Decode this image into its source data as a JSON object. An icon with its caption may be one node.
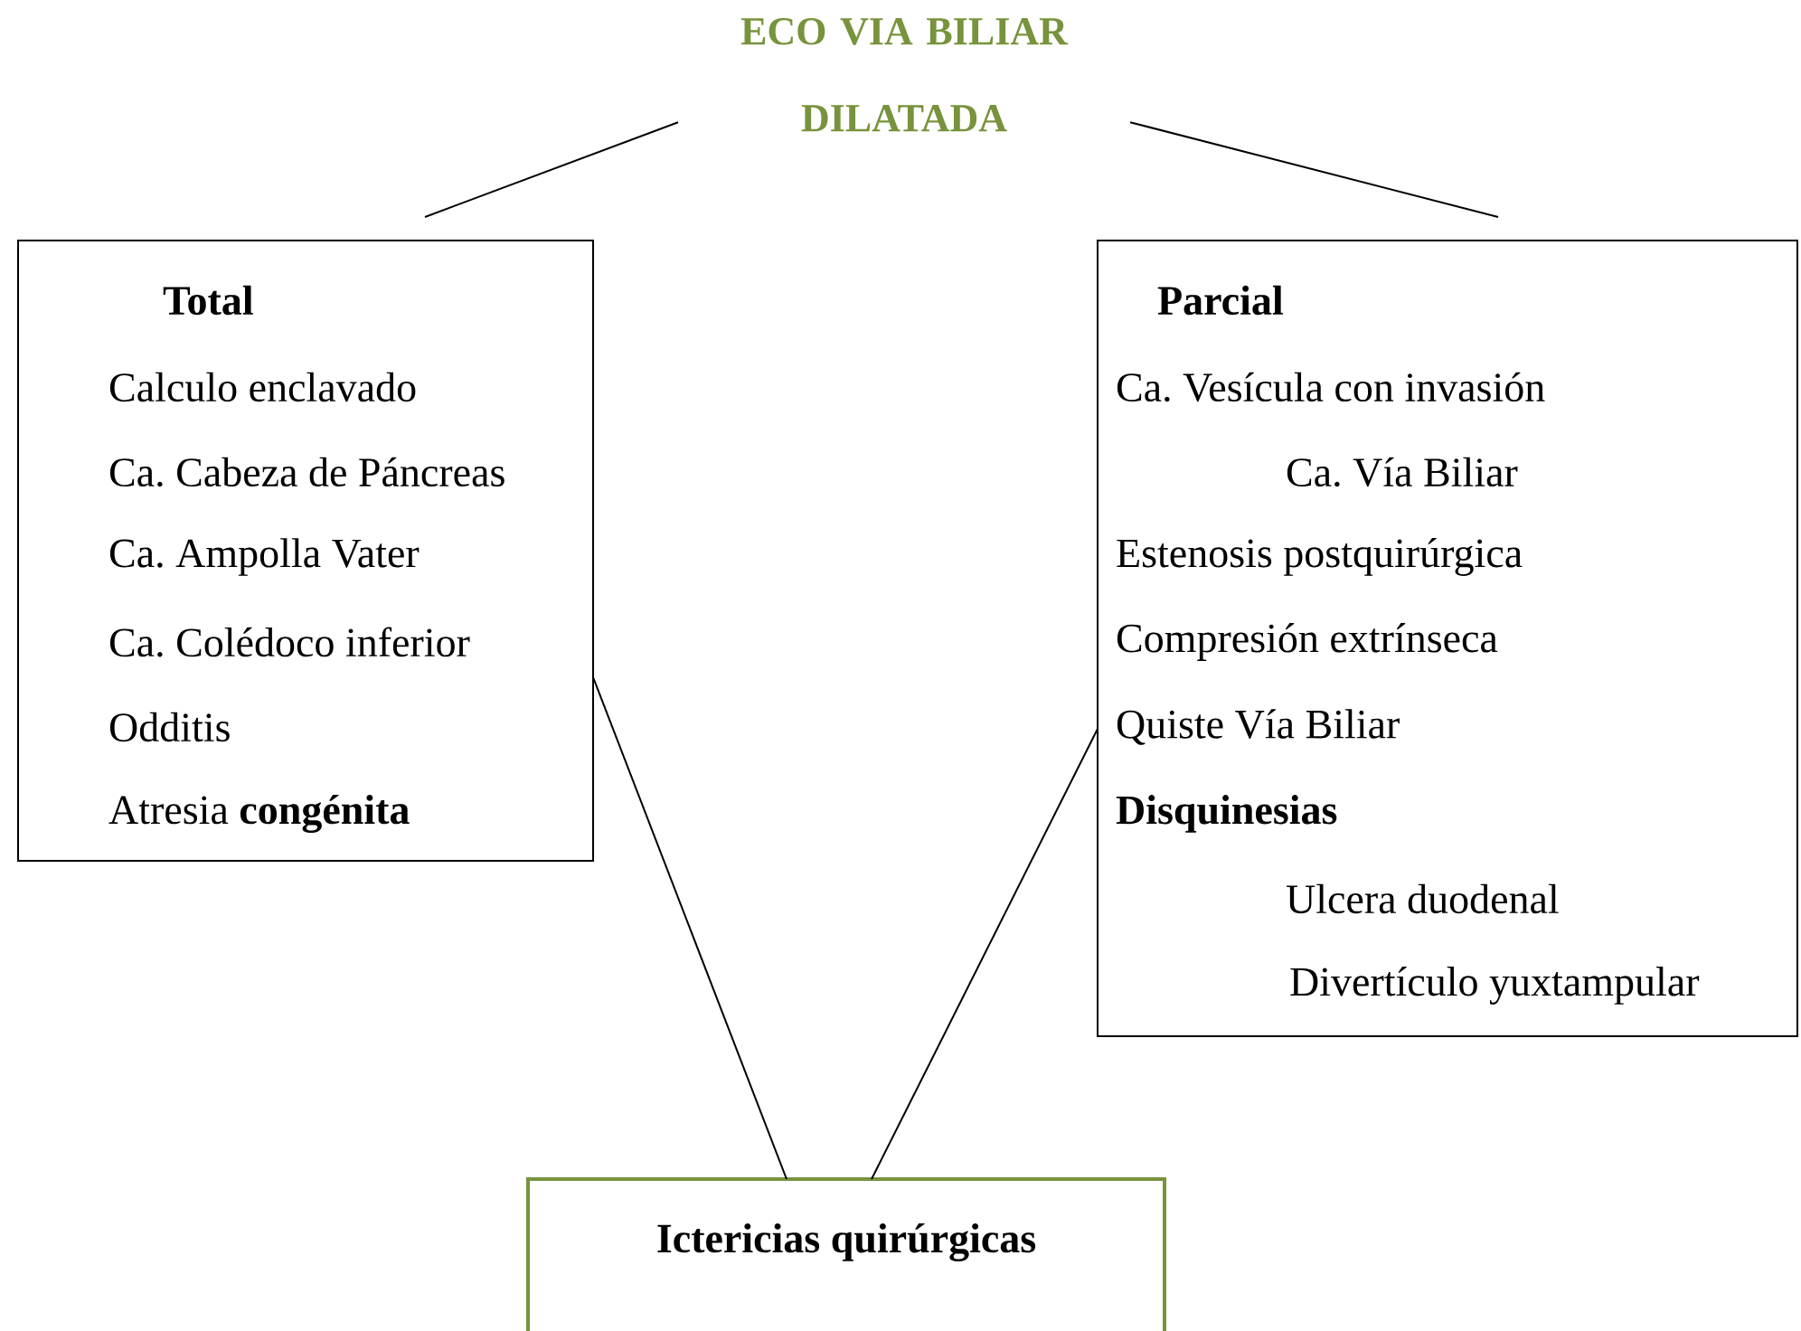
{
  "diagram": {
    "nodes": [
      {
        "text": [
          "ECO VIA BILIAR DILATADA"
        ]
      },
      {
        "text": [
          "Total",
          "Calculo enclavado",
          "Ca. Cabeza de Páncreas",
          "Ca. Ampolla Vater",
          "Ca. Colédoco inferior",
          "Odditis",
          "Atresia **congénita**"
        ]
      },
      {
        "text": [
          "Parcial",
          "Ca. Vesícula con invasión",
          "Ca. Vía Biliar",
          "Estenosis postquirúrgica",
          "Compresión extrínseca",
          "Quiste Vía Biliar",
          "Disquinesias",
          "Ulcera duodenal",
          "Divertículo yuxtampular"
        ]
      },
      {
        "text": [
          "Ictericias quirúrgicas"
        ]
      }
    ],
    "edges": [
      {
        "from": 0,
        "to": 1,
        "arrow": "none"
      },
      {
        "from": 0,
        "to": 2,
        "arrow": "none"
      },
      {
        "from": 1,
        "to": 3,
        "arrow": "none"
      },
      {
        "from": 2,
        "to": 3,
        "arrow": "none"
      }
    ]
  }
}
